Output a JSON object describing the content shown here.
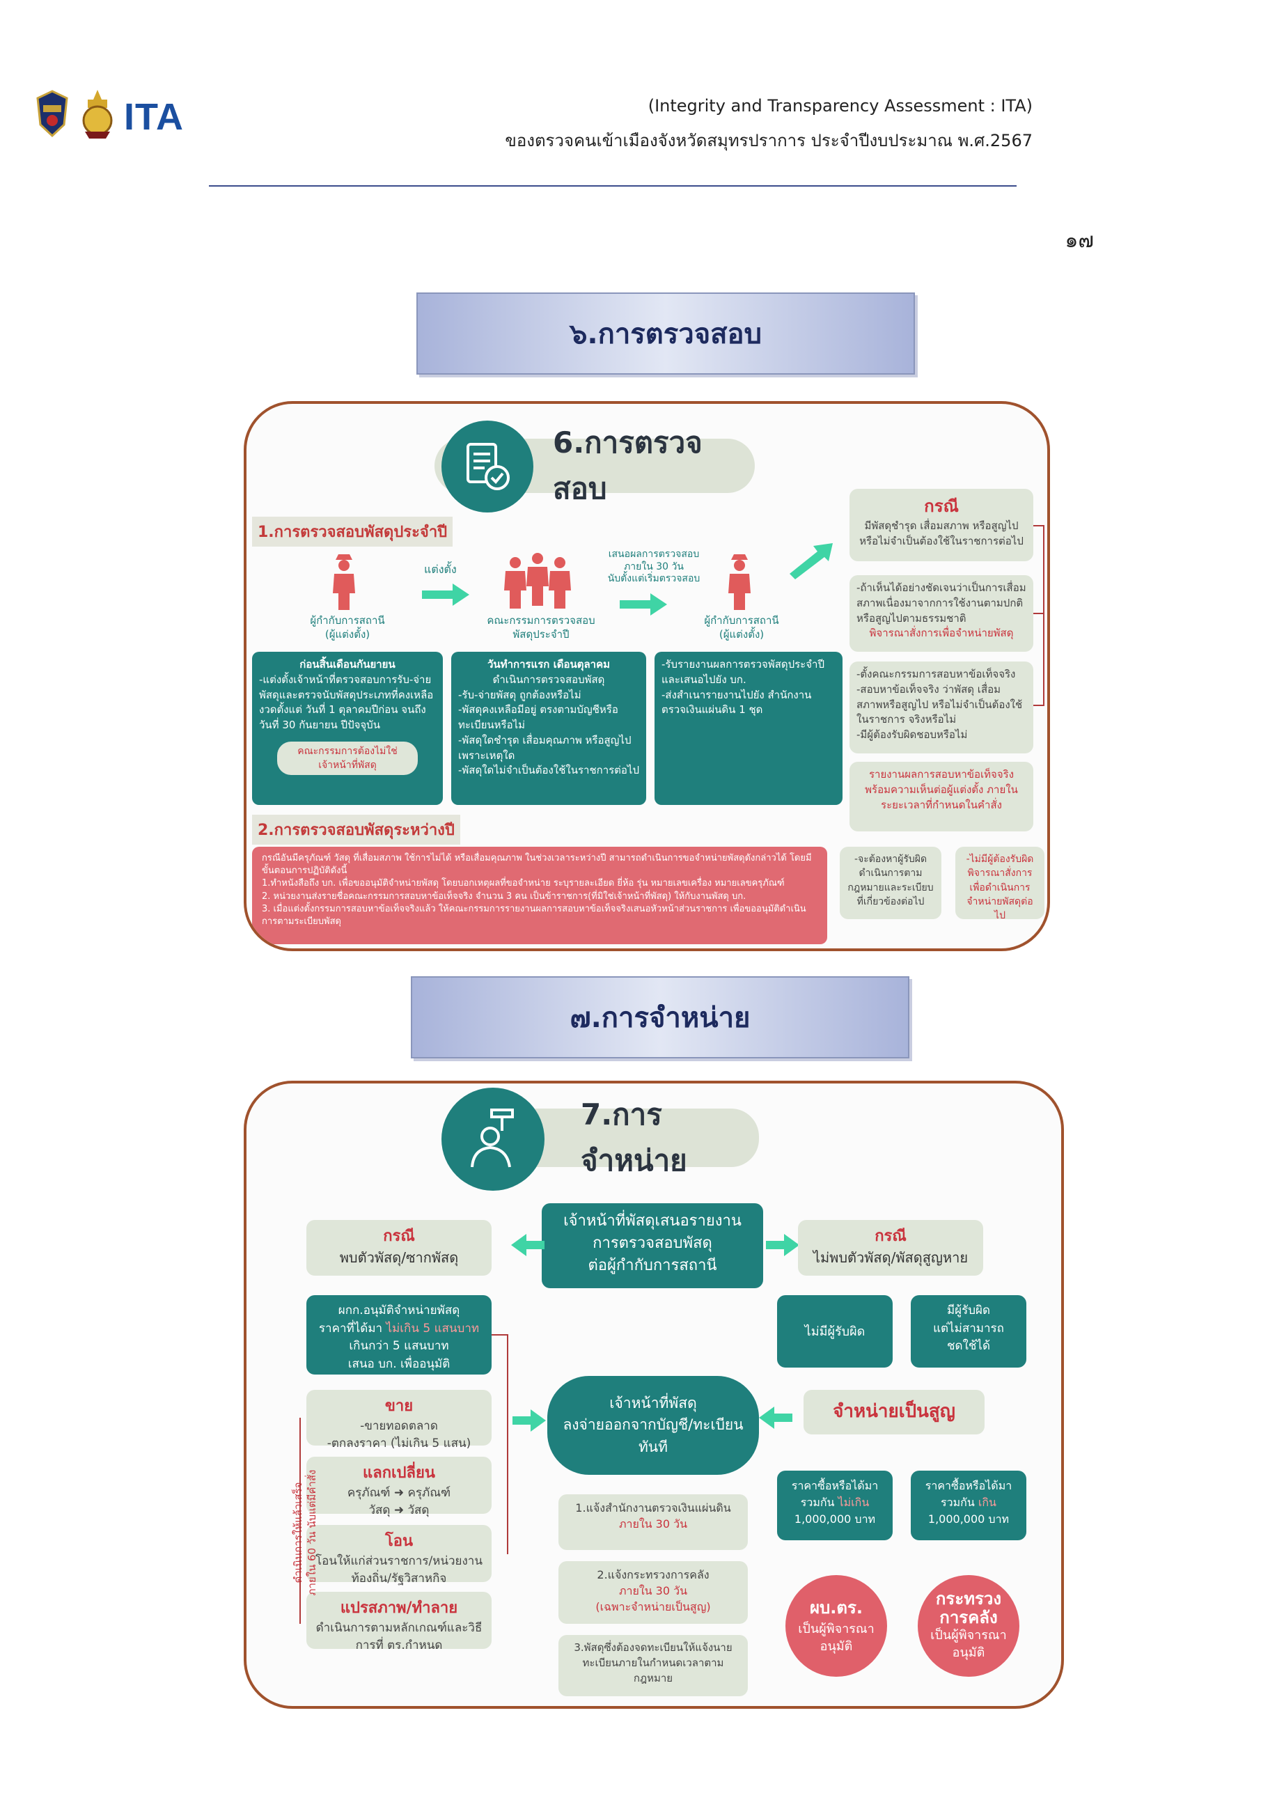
{
  "header": {
    "line1": "(Integrity and Transparency Assessment : ITA)",
    "line2": "ของตรวจคนเข้าเมืองจังหวัดสมุทรปราการ  ประจำปีงบประมาณ พ.ศ.2567",
    "page_number": "๑๗",
    "logo_text": "ITA"
  },
  "section6": {
    "banner": "๖.การตรวจสอบ",
    "title": "6.การตรวจสอบ",
    "sub1": "1.การตรวจสอบพัสดุประจำปี",
    "arrow_label1": "แต่งตั้ง",
    "arrow_label2": "เสนอผลการตรวจสอบ\nภายใน 30 วัน\nนับตั้งแต่เริ่มตรวจสอบ",
    "cap1": "ผู้กำกับการสถานี\n(ผู้แต่งตั้ง)",
    "cap2": "คณะกรรมการตรวจสอบ\nพัสดุประจำปี",
    "cap3": "ผู้กำกับการสถานี\n(ผู้แต่งตั้ง)",
    "box1_head": "ก่อนสิ้นเดือนกันยายน",
    "box1_text": "-แต่งตั้งเจ้าหน้าที่ตรวจสอบการรับ-จ่ายพัสดุและตรวจนับพัสดุประเภทที่คงเหลือ งวดตั้งแต่ วันที่ 1 ตุลาคมปีก่อน จนถึงวันที่ 30 กันยายน ปีปัจจุบัน",
    "box1_note": "คณะกรรมการต้องไม่ใช่\nเจ้าหน้าที่พัสดุ",
    "box2_head": "วันทำการแรก เดือนตุลาคม",
    "box2_sub": "ดำเนินการตรวจสอบพัสดุ",
    "box2_text": "-รับ-จ่ายพัสดุ ถูกต้องหรือไม่\n-พัสดุคงเหลือมีอยู่ ตรงตามบัญชีหรือทะเบียนหรือไม่\n-พัสดุใดชำรุด เสื่อมคุณภาพ หรือสูญไปเพราะเหตุใด\n-พัสดุใดไม่จำเป็นต้องใช้ในราชการต่อไป",
    "box3_text": "-รับรายงานผลการตรวจพัสดุประจำปี และเสนอไปยัง บก.\n-ส่งสำเนารายงานไปยัง สำนักงานตรวจเงินแผ่นดิน 1 ชุด",
    "case_title": "กรณี",
    "case_text": "มีพัสดุชำรุด เสื่อมสภาพ หรือสูญไป หรือไม่จำเป็นต้องใช้ในราชการต่อไป",
    "r1_text": "-ถ้าเห็นได้อย่างชัดเจนว่าเป็นการเสื่อมสภาพเนื่องมาจากการใช้งานตามปกติ หรือสูญไปตามธรรมชาติ",
    "r1_red": "พิจารณาสั่งการเพื่อจำหน่ายพัสดุ",
    "r2_text": "-ตั้งคณะกรรมการสอบหาข้อเท็จจริง\n-สอบหาข้อเท็จจริง ว่าพัสดุ เสื่อมสภาพหรือสูญไป หรือไม่จำเป็นต้องใช้ในราชการ จริงหรือไม่\n-มีผู้ต้องรับผิดชอบหรือไม่",
    "r3_text": "รายงานผลการสอบหาข้อเท็จจริง พร้อมความเห็นต่อผู้แต่งตั้ง ภายในระยะเวลาที่กำหนดในคำสั่ง",
    "r4_text": "-จะต้องหาผู้รับผิด ดำเนินการตามกฎหมายและระเบียบที่เกี่ยวข้องต่อไป",
    "r5_text": "-ไม่มีผู้ต้องรับผิด พิจารณาสั่งการเพื่อดำเนินการจำหน่ายพัสดุต่อไป",
    "sub2": "2.การตรวจสอบพัสดุระหว่างปี",
    "sub2_text": "กรณีอันมีครุภัณฑ์ วัสดุ ที่เสื่อมสภาพ ใช้การไม่ได้ หรือเสื่อมคุณภาพ ในช่วงเวลาระหว่างปี สามารถดำเนินการขอจำหน่ายพัสดุดังกล่าวได้ โดยมีขั้นตอนการปฏิบัติดังนี้\n1.ทำหนังสือถึง บก. เพื่อขออนุมัติจำหน่ายพัสดุ โดยบอกเหตุผลที่ขอจำหน่าย ระบุรายละเอียด ยี่ห้อ รุ่น หมายเลขเครื่อง หมายเลขครุภัณฑ์\n2. หน่วยงานส่งรายชื่อคณะกรรมการสอบหาข้อเท็จจริง จำนวน 3 คน เป็นข้าราชการ(ที่มิใช่เจ้าหน้าที่พัสดุ) ให้กับงานพัสดุ บก.\n3. เมื่อแต่งตั้งกรรมการสอบหาข้อเท็จจริงแล้ว ให้คณะกรรมการรายงานผลการสอบหาข้อเท็จจริงเสนอหัวหน้าส่วนราชการ เพื่อขออนุมัติดำเนินการตามระเบียบพัสดุ"
  },
  "section7": {
    "banner": "๗.การจำหน่าย",
    "title": "7.การจำหน่าย",
    "center_top": "เจ้าหน้าที่พัสดุเสนอรายงาน\nการตรวจสอบพัสดุ\nต่อผู้กำกับการสถานี",
    "left_case_title": "กรณี",
    "left_case_text": "พบตัวพัสดุ/ซากพัสดุ",
    "right_case_title": "กรณี",
    "right_case_text": "ไม่พบตัวพัสดุ/พัสดุสูญหาย",
    "approve_text1": "ผกก.อนุมัติจำหน่ายพัสดุ\nราคาที่ได้มา ",
    "approve_red": "ไม่เกิน 5 แสนบาท",
    "approve_text2": "เกินกว่า 5 แสนบาท\nเสนอ บก. เพื่ออนุมัติ",
    "sell_title": "ขาย",
    "sell_text": "-ขายทอดตลาด\n-ตกลงราคา (ไม่เกิน 5 แสน)",
    "swap_title": "แลกเปลี่ยน",
    "swap_text": "ครุภัณฑ์ ➜ ครุภัณฑ์\nวัสดุ ➜ วัสดุ",
    "transfer_title": "โอน",
    "transfer_text": "โอนให้แก่ส่วนราชการ/หน่วยงานท้องถิ่น/รัฐวิสาหกิจ",
    "destroy_title": "แปรสภาพ/ทำลาย",
    "destroy_text": "ดำเนินการตามหลักเกณฑ์และวิธีการที่ ตร.กำหนด",
    "side_label": "ดำเนินการให้แล้วเสร็จ\nภายใน 60 วัน นับแต่มีคำสั่ง",
    "center_mid": "เจ้าหน้าที่พัสดุ\nลงจ่ายออกจากบัญชี/ทะเบียน\nทันที",
    "step1": "1.แจ้งสำนักงานตรวจเงินแผ่นดิน",
    "step1_red": "ภายใน 30 วัน",
    "step2": "2.แจ้งกระทรวงการคลัง",
    "step2_red": "ภายใน 30 วัน\n(เฉพาะจำหน่ายเป็นสูญ)",
    "step3": "3.พัสดุซึ่งต้องจดทะเบียนให้แจ้งนายทะเบียนภายในกำหนดเวลาตามกฎหมาย",
    "no_resp": "ไม่มีผู้รับผิด",
    "has_resp": "มีผู้รับผิด\nแต่ไม่สามารถ\nชดใช้ได้",
    "lost_title": "จำหน่ายเป็นสูญ",
    "price_low1": "ราคาซื้อหรือได้มา\nรวมกัน ",
    "price_low_red": "ไม่เกิน",
    "price_low2": "1,000,000 บาท",
    "price_high1": "ราคาซื้อหรือได้มา\nรวมกัน ",
    "price_high_red": "เกิน",
    "price_high2": "1,000,000 บาท",
    "circle1_title": "ผบ.ตร.",
    "circle1_text": "เป็นผู้พิจารณา\nอนุมัติ",
    "circle2_title": "กระทรวง\nการคลัง",
    "circle2_text": "เป็นผู้พิจารณา\nอนุมัติ"
  },
  "colors": {
    "teal": "#1f7f7c",
    "red": "#c9333d",
    "frame": "#a0522d",
    "arrow": "#3fd4a5"
  }
}
